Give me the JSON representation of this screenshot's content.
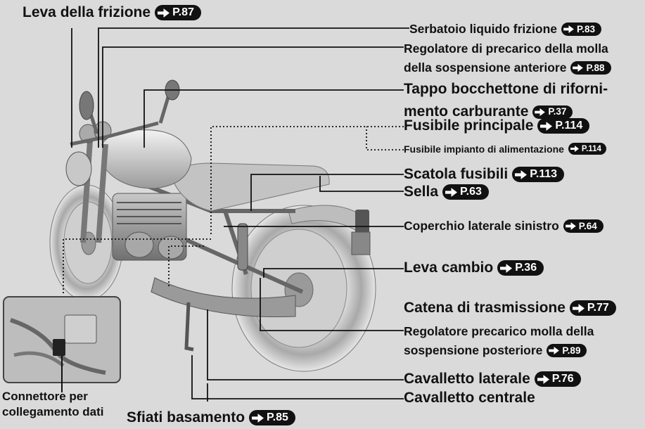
{
  "labels": {
    "leva_frizione": {
      "text": "Leva della frizione",
      "ref": "P.87"
    },
    "serbatoio_liquido": {
      "text": "Serbatoio liquido frizione",
      "ref": "P.83"
    },
    "regolatore_anteriore": {
      "line1": "Regolatore di precarico della molla",
      "line2": "della sospensione anteriore",
      "ref": "P.88"
    },
    "tappo_bocchettone": {
      "line1": "Tappo bocchettone di riforni-",
      "line2": "mento carburante",
      "ref": "P.37"
    },
    "fusibile_principale": {
      "text": "Fusibile principale",
      "ref": "P.114"
    },
    "fusibile_impianto": {
      "text": "Fusibile impianto di alimentazione",
      "ref": "P.114"
    },
    "scatola_fusibili": {
      "text": "Scatola fusibili",
      "ref": "P.113"
    },
    "sella": {
      "text": "Sella",
      "ref": "P.63"
    },
    "coperchio_laterale": {
      "text": "Coperchio laterale sinistro",
      "ref": "P.64"
    },
    "leva_cambio": {
      "text": "Leva cambio",
      "ref": "P.36"
    },
    "catena": {
      "text": "Catena di trasmissione",
      "ref": "P.77"
    },
    "regolatore_posteriore": {
      "line1": "Regolatore precarico molla della",
      "line2": "sospensione posteriore",
      "ref": "P.89"
    },
    "cavalletto_laterale": {
      "text": "Cavalletto laterale",
      "ref": "P.76"
    },
    "cavalletto_centrale": {
      "text": "Cavalletto centrale"
    },
    "sfiati": {
      "text": "Sfiati basamento",
      "ref": "P.85"
    },
    "connettore": {
      "line1": "Connettore per",
      "line2": "collegamento dati"
    }
  }
}
